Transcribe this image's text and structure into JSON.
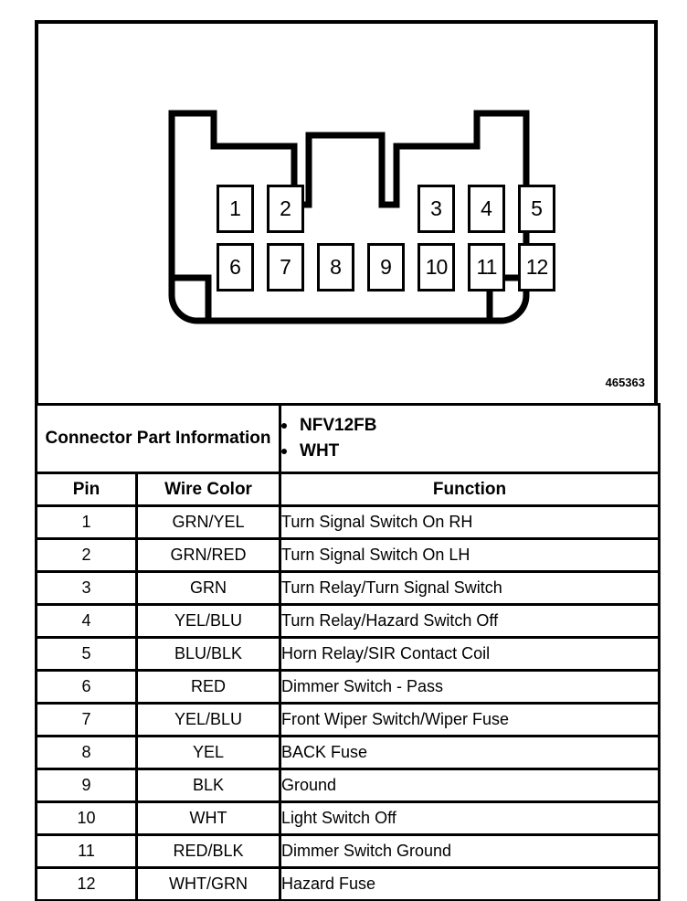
{
  "figure": {
    "image_id": "465363",
    "pins_top": [
      {
        "label": "1",
        "slot": 1
      },
      {
        "label": "2",
        "slot": 2
      },
      {
        "label": "3",
        "slot": 5
      },
      {
        "label": "4",
        "slot": 6
      },
      {
        "label": "5",
        "slot": 7
      }
    ],
    "pins_bottom": [
      {
        "label": "6",
        "slot": 1
      },
      {
        "label": "7",
        "slot": 2
      },
      {
        "label": "8",
        "slot": 3
      },
      {
        "label": "9",
        "slot": 4
      },
      {
        "label": "10",
        "slot": 5
      },
      {
        "label": "11",
        "slot": 6
      },
      {
        "label": "12",
        "slot": 7
      }
    ]
  },
  "table": {
    "connector_part_information_label": "Connector Part Information",
    "part_info": [
      "NFV12FB",
      "WHT"
    ],
    "headers": {
      "pin": "Pin",
      "wire_color": "Wire Color",
      "function": "Function"
    },
    "rows": [
      {
        "pin": "1",
        "color": "GRN/YEL",
        "function": "Turn Signal Switch On RH"
      },
      {
        "pin": "2",
        "color": "GRN/RED",
        "function": "Turn Signal Switch On LH"
      },
      {
        "pin": "3",
        "color": "GRN",
        "function": "Turn Relay/Turn Signal Switch"
      },
      {
        "pin": "4",
        "color": "YEL/BLU",
        "function": "Turn Relay/Hazard Switch Off"
      },
      {
        "pin": "5",
        "color": "BLU/BLK",
        "function": "Horn Relay/SIR Contact Coil"
      },
      {
        "pin": "6",
        "color": "RED",
        "function": "Dimmer Switch - Pass"
      },
      {
        "pin": "7",
        "color": "YEL/BLU",
        "function": "Front Wiper Switch/Wiper Fuse"
      },
      {
        "pin": "8",
        "color": "YEL",
        "function": "BACK Fuse"
      },
      {
        "pin": "9",
        "color": "BLK",
        "function": "Ground"
      },
      {
        "pin": "10",
        "color": "WHT",
        "function": "Light Switch Off"
      },
      {
        "pin": "11",
        "color": "RED/BLK",
        "function": "Dimmer Switch Ground"
      },
      {
        "pin": "12",
        "color": "WHT/GRN",
        "function": "Hazard Fuse"
      }
    ]
  },
  "colors": {
    "ink": "#000000",
    "paper": "#ffffff"
  }
}
